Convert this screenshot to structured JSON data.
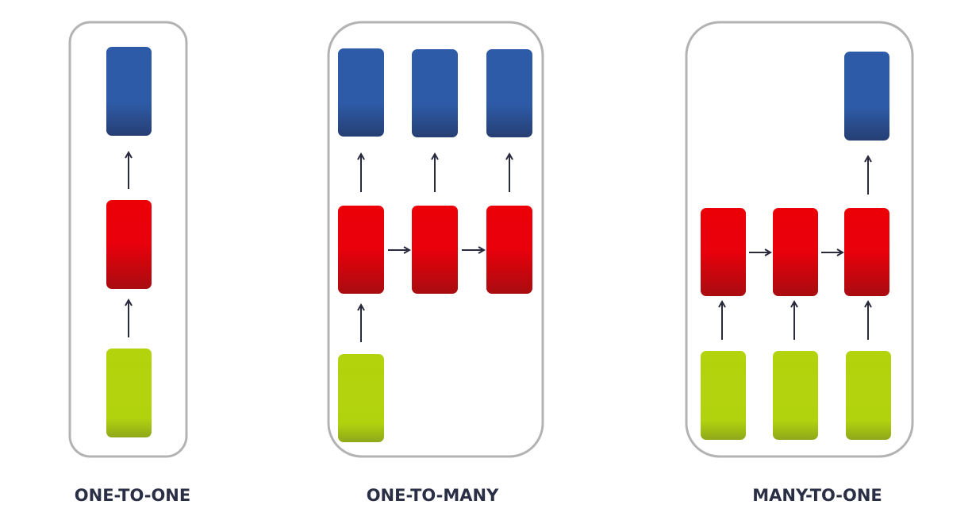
{
  "diagram": {
    "colors": {
      "output_block": "#2e5ba8",
      "hidden_block": "#e8000b",
      "input_block": "#b1d30e",
      "panel_border": "#b3b3b3",
      "arrow": "#2a2a3e",
      "caption_text": "#2a2f45"
    },
    "panels": [
      {
        "label": "ONE-TO-ONE",
        "inputs": 1,
        "hidden": 1,
        "outputs": 1
      },
      {
        "label": "ONE-TO-MANY",
        "inputs": 1,
        "hidden": 3,
        "outputs": 3
      },
      {
        "label": "MANY-TO-ONE",
        "inputs": 3,
        "hidden": 3,
        "outputs": 1
      }
    ]
  }
}
